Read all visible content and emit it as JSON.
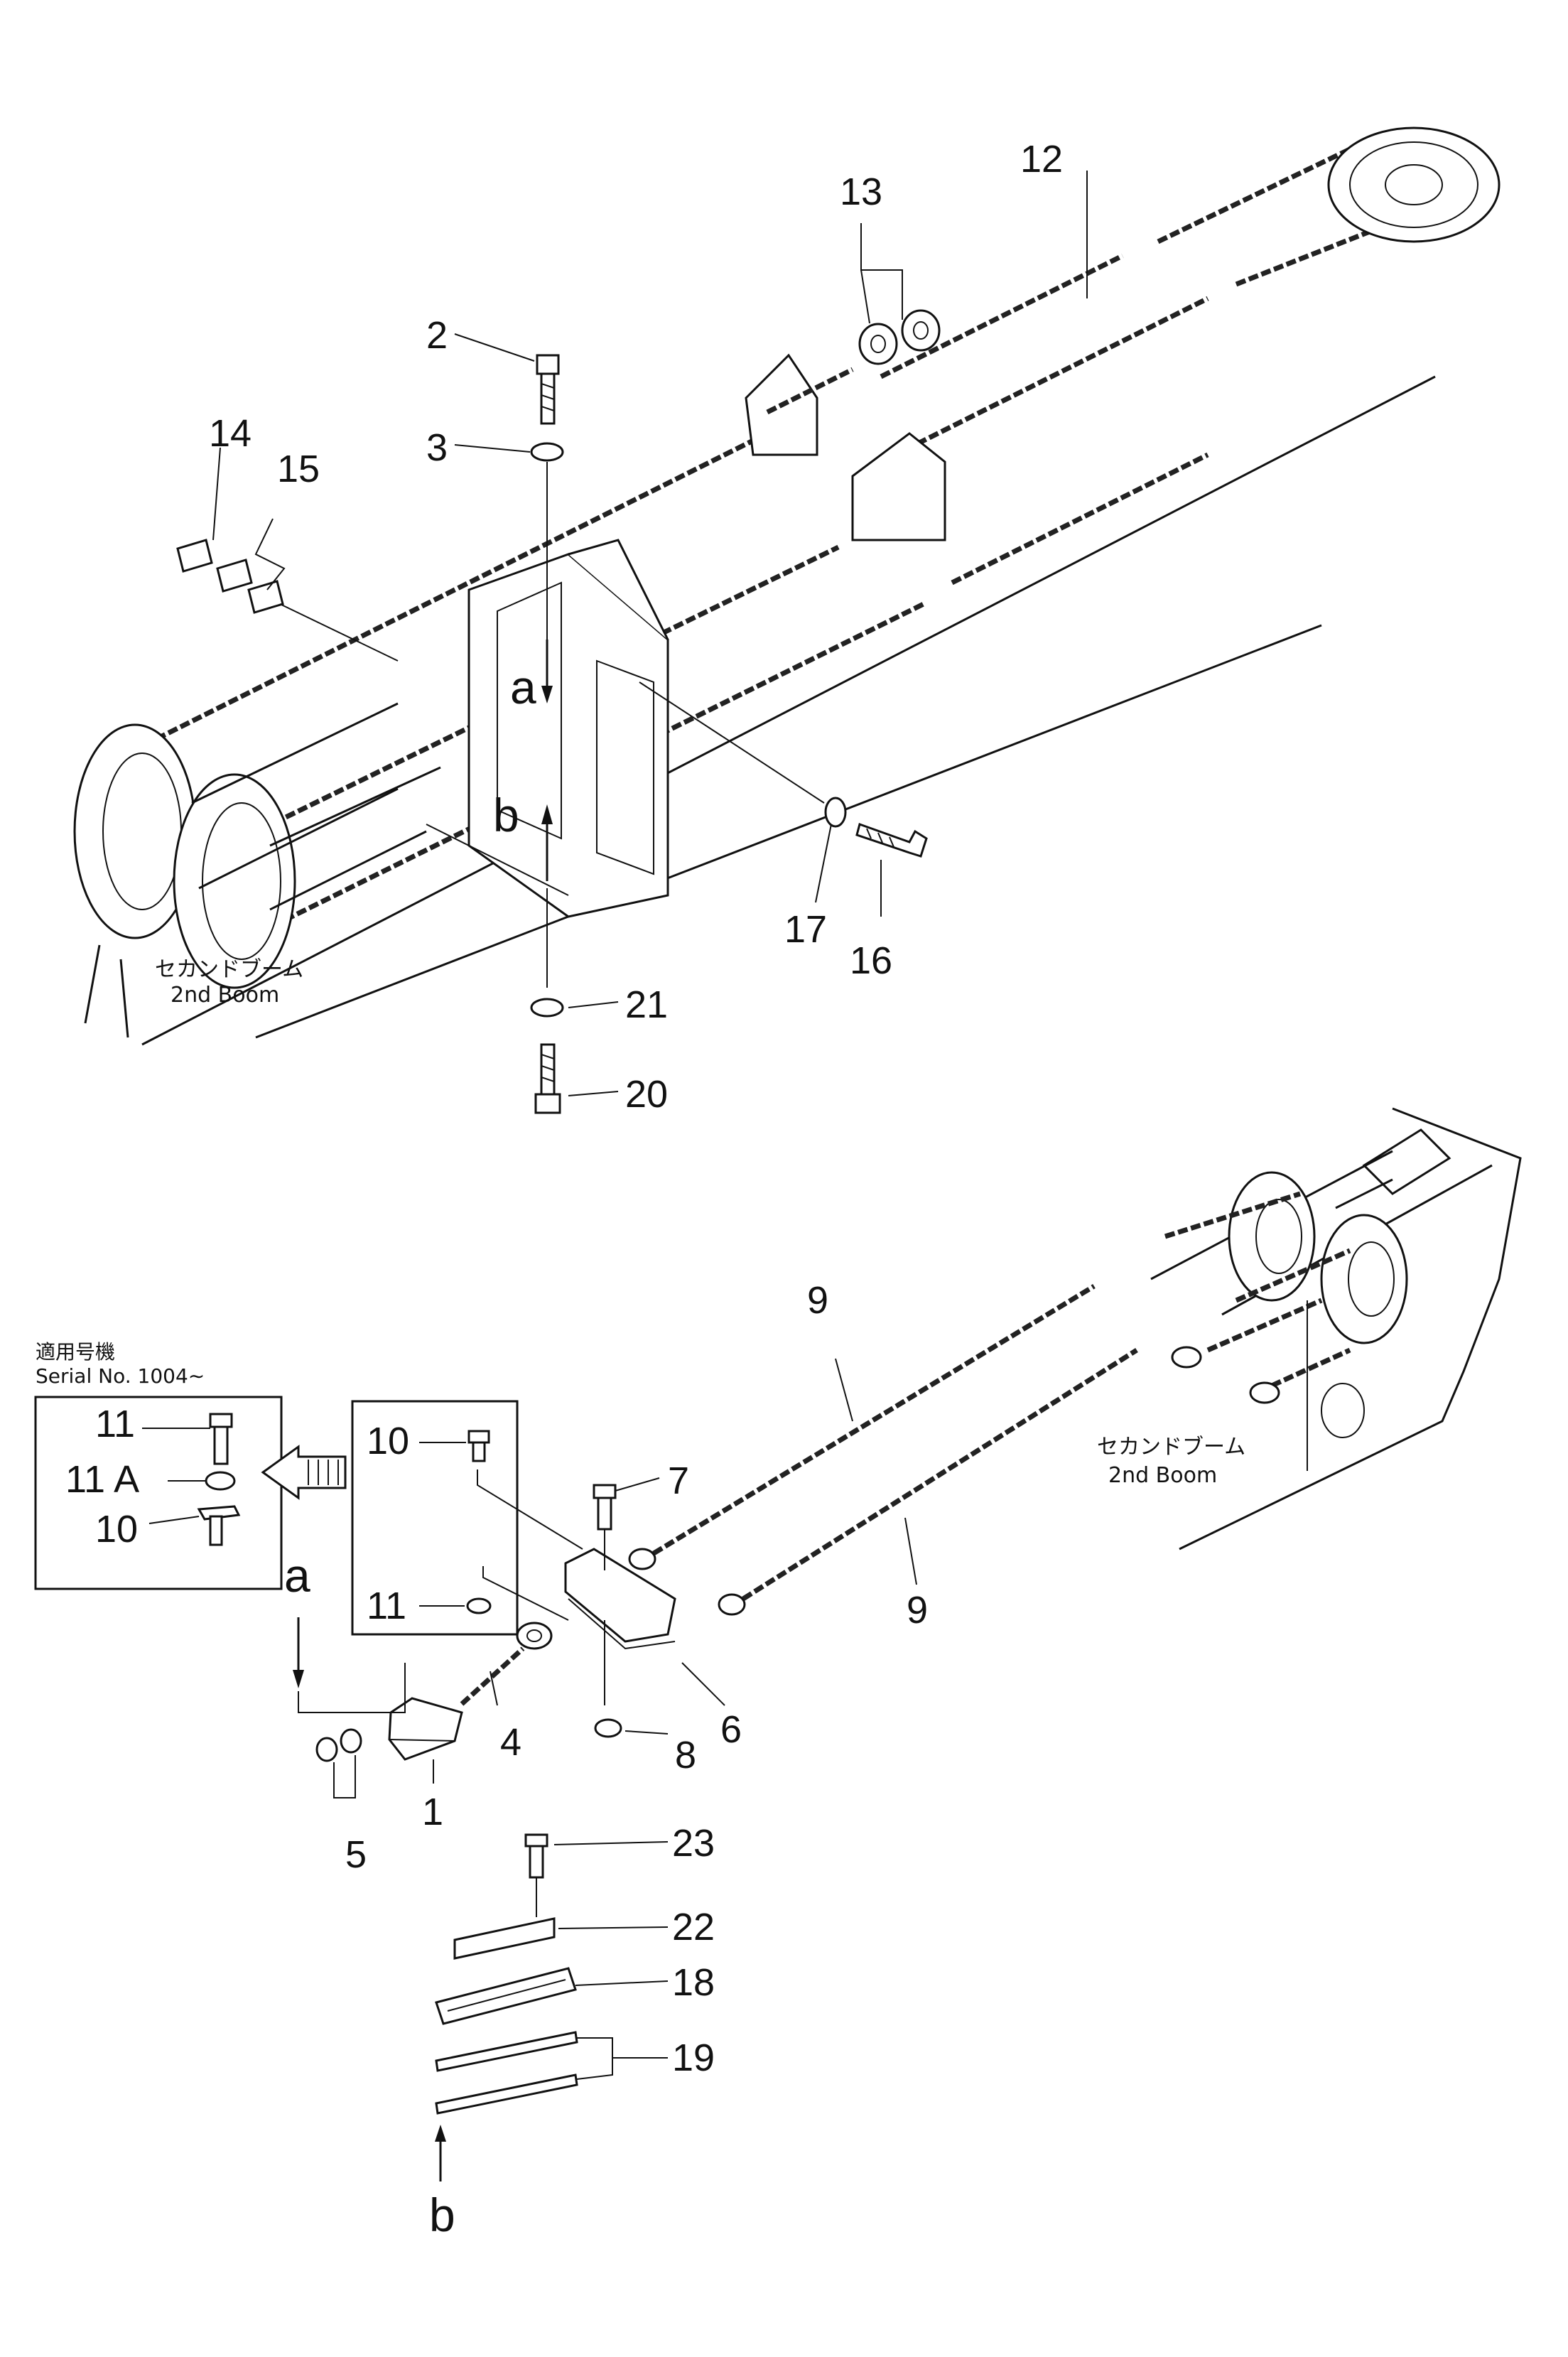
{
  "boom_label_top": {
    "jp": "セカンドブーム",
    "en": "2nd  Boom"
  },
  "boom_label_bottom": {
    "jp": "セカンドブーム",
    "en": "2nd  Boom"
  },
  "serial": {
    "jp": "適用号機",
    "en": "Serial  No. 1004∼"
  },
  "view_labels": {
    "a": "a",
    "b": "b"
  },
  "callouts": {
    "n1": "1",
    "n2": "2",
    "n3": "3",
    "n4": "4",
    "n5": "5",
    "n6": "6",
    "n7": "7",
    "n8": "8",
    "n9a": "9",
    "n9b": "9",
    "n10a": "10",
    "n10b": "10",
    "n11a": "11",
    "n11b": "11",
    "n11A": "11 A",
    "n12": "12",
    "n13": "13",
    "n14": "14",
    "n15": "15",
    "n16": "16",
    "n17": "17",
    "n18": "18",
    "n19": "19",
    "n20": "20",
    "n21": "21",
    "n22": "22",
    "n23": "23"
  }
}
